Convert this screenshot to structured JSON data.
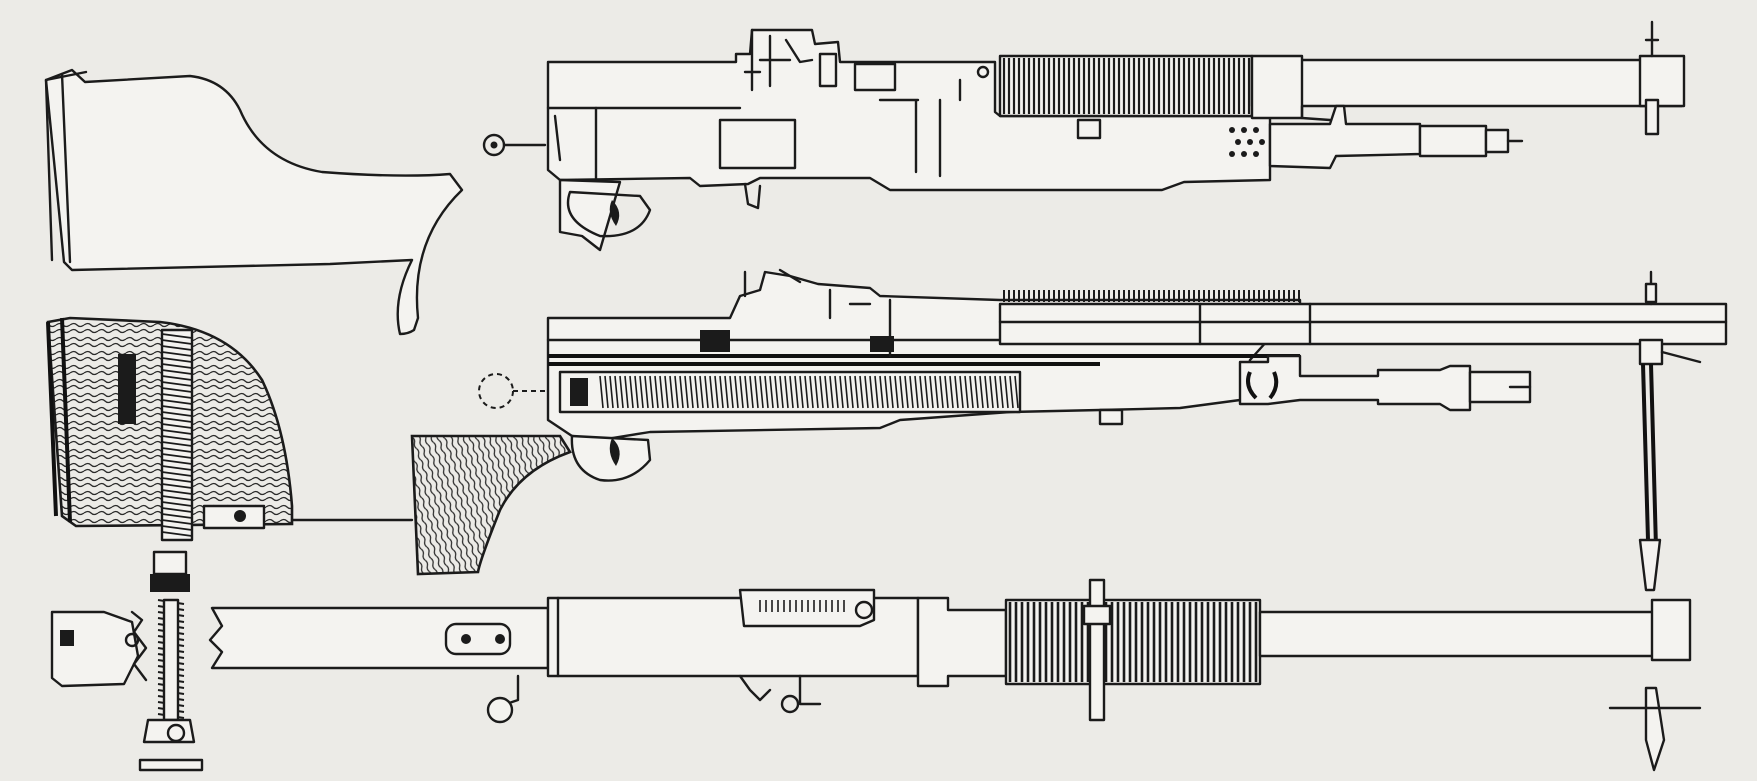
{
  "colors": {
    "background": "#ecebe7",
    "paper": "#f4f3f0",
    "ink": "#1b1b1b",
    "woodgrain": "#2a2a2a"
  },
  "views": [
    {
      "id": "side-view",
      "icon": "machine-gun-side-elevation"
    },
    {
      "id": "sectional-view",
      "icon": "machine-gun-cutaway-section"
    },
    {
      "id": "top-view",
      "icon": "machine-gun-plan-view"
    }
  ]
}
